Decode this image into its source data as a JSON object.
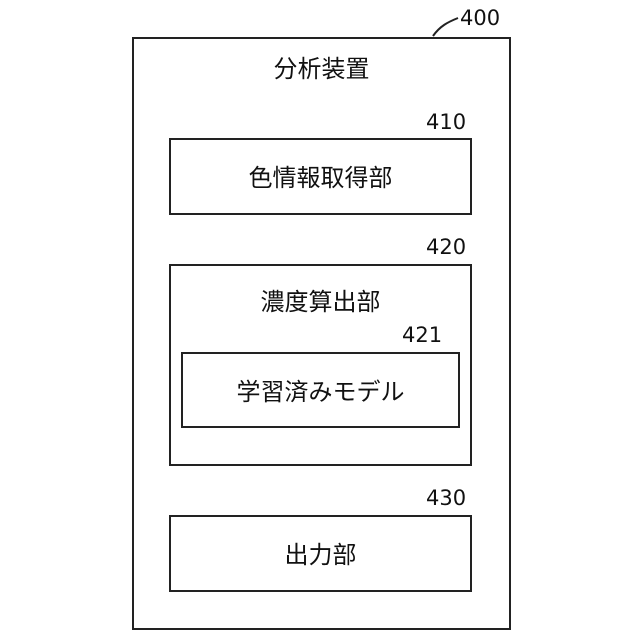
{
  "device": {
    "ref": "400",
    "label": "分析装置"
  },
  "color_info": {
    "ref": "410",
    "label": "色情報取得部"
  },
  "concentration": {
    "ref": "420",
    "label": "濃度算出部"
  },
  "trained_model": {
    "ref": "421",
    "label": "学習済みモデル"
  },
  "output": {
    "ref": "430",
    "label": "出力部"
  }
}
